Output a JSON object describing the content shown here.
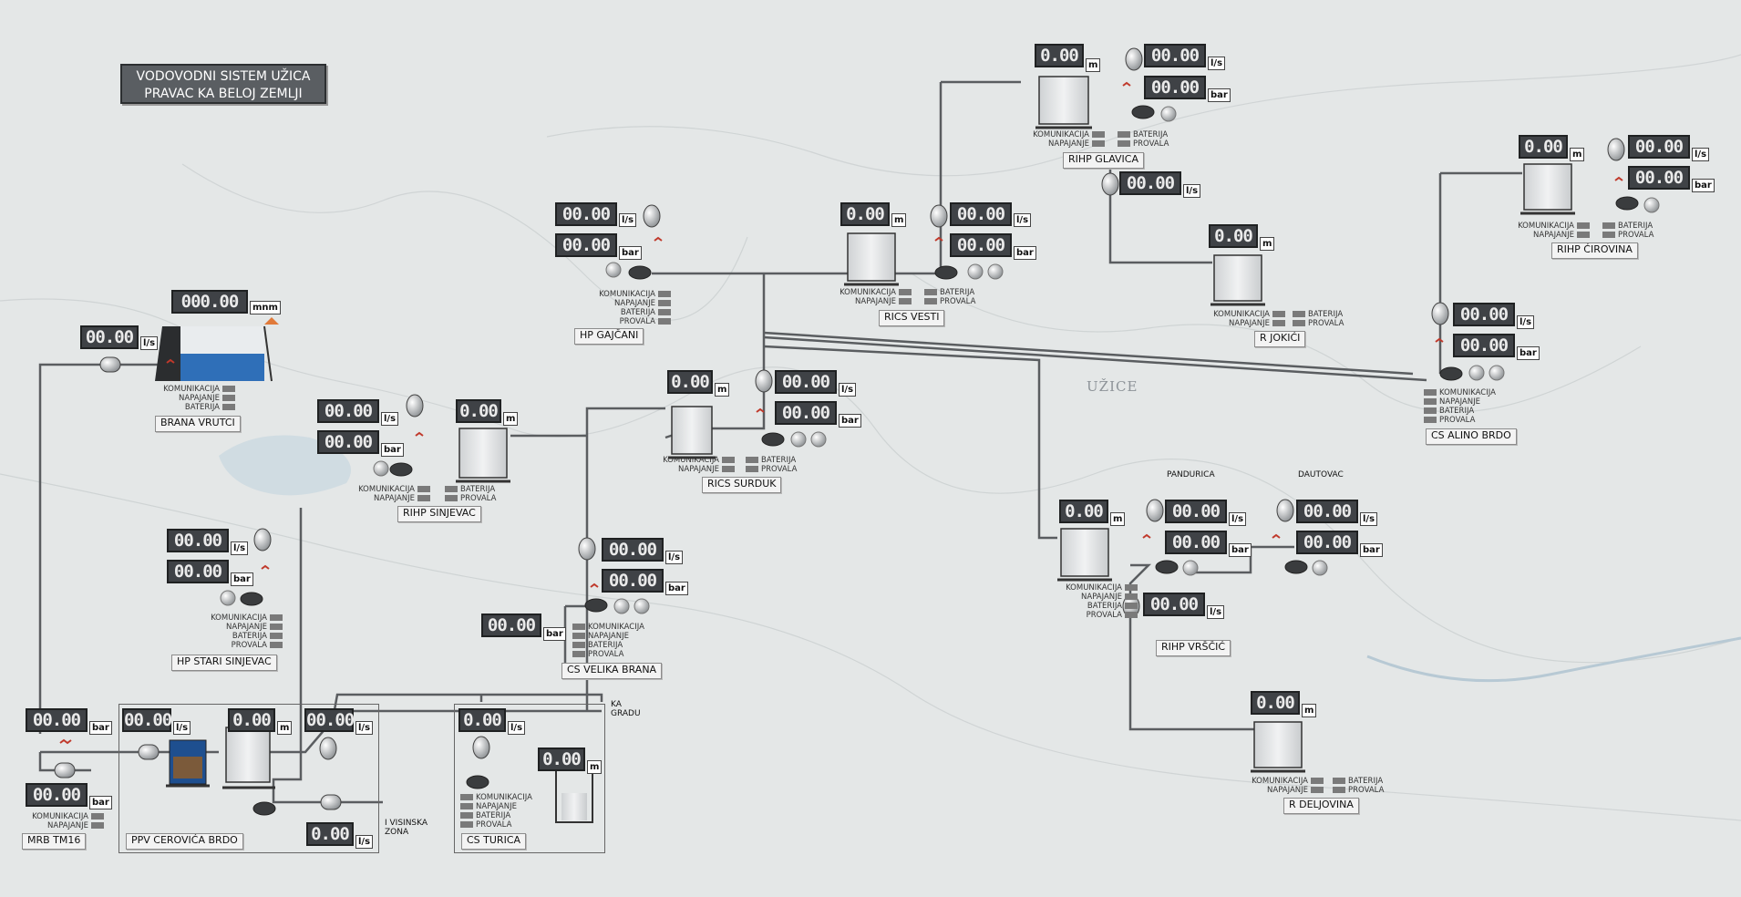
{
  "title": {
    "line1": "VODOVODNI SISTEM UŽICA",
    "line2": "PRAVAC KA BELOJ ZEMLJI"
  },
  "map_label": "UŽICE",
  "units": {
    "flow": "l/s",
    "pressure": "bar",
    "level": "m",
    "elevation": "mnm"
  },
  "status_labels": {
    "kom": "KOMUNIKACIJA",
    "nap": "NAPAJANJE",
    "bat": "BATERIJA",
    "prov": "PROVALA"
  },
  "tags": {
    "ka_gradu_1": "KA",
    "ka_gradu_2": "GRADU",
    "visinska_1": "I VISINSKA",
    "visinska_2": "ZONA",
    "pandurica": "PANDURICA",
    "dautovac": "DAUTOVAC"
  },
  "stations": {
    "brana_vrutci": {
      "name": "BRANA VRUTCI",
      "elevation": "000.00",
      "flow": "00.00"
    },
    "hp_gajcani": {
      "name": "HP GAJČANI",
      "flow": "00.00",
      "pressure": "00.00"
    },
    "rics_vesti": {
      "name": "RICS VESTI",
      "level": "0.00",
      "flow": "00.00",
      "pressure": "00.00"
    },
    "rihp_glavica": {
      "name": "RIHP GLAVICA",
      "level": "0.00",
      "flow": "00.00",
      "pressure": "00.00",
      "flow2": "00.00"
    },
    "r_jokici": {
      "name": "R JOKIĆI",
      "level": "0.00"
    },
    "rihp_cirovina": {
      "name": "RIHP ĆIROVINA",
      "level": "0.00",
      "flow": "00.00",
      "pressure": "00.00"
    },
    "cs_alino_brdo": {
      "name": "CS ALINO BRDO",
      "flow": "00.00",
      "pressure": "00.00"
    },
    "rihp_sinjevac": {
      "name": "RIHP SINJEVAC",
      "level": "0.00",
      "flow": "00.00",
      "pressure": "00.00"
    },
    "rics_surduk": {
      "name": "RICS SURDUK",
      "level": "0.00",
      "flow": "00.00",
      "pressure": "00.00"
    },
    "hp_stari_sinjevac": {
      "name": "HP STARI SINJEVAC",
      "flow": "00.00",
      "pressure": "00.00"
    },
    "cs_velika_brana": {
      "name": "CS VELIKA BRANA",
      "flow": "00.00",
      "pressure": "00.00",
      "pressure_in": "00.00"
    },
    "rihp_vrscic": {
      "name": "RIHP VRŠČIĆ",
      "level": "0.00",
      "flow_p": "00.00",
      "pressure_p": "00.00",
      "flow_d": "00.00",
      "pressure_d": "00.00",
      "flow_out": "00.00"
    },
    "r_deljovina": {
      "name": "R DELJOVINA",
      "level": "0.00"
    },
    "mrb_tm16": {
      "name": "MRB TM16",
      "pressure1": "00.00",
      "pressure2": "00.00"
    },
    "ppv_cerovica_brdo": {
      "name": "PPV CEROVIĆA BRDO",
      "flow_in": "00.00",
      "level": "0.00",
      "flow_out": "00.00",
      "flow_zone": "0.00"
    },
    "cs_turica": {
      "name": "CS TURICA",
      "flow": "0.00",
      "level": "0.00"
    }
  },
  "colors": {
    "pipe": "#5a5d60",
    "lcd_bg": "#3f4246",
    "alarm_red": "#c0392b",
    "water": "#2f6fb8"
  }
}
